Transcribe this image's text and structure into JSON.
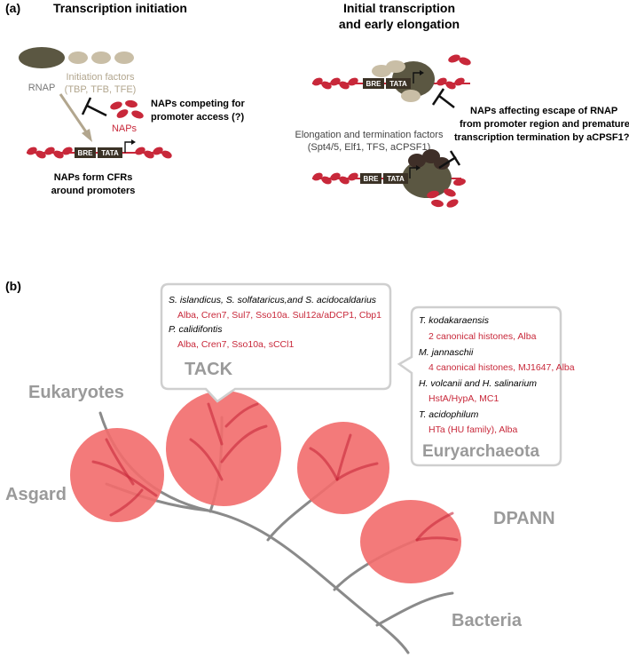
{
  "panel_a": {
    "label": "(a)",
    "title_left": "Transcription initiation",
    "title_right_1": "Initial transcription",
    "title_right_2": "and early elongation",
    "rnap": "RNAP",
    "init_factors_1": "Initiation factors",
    "init_factors_2": "(TBP, TFB, TFE)",
    "naps": "NAPs",
    "compete_1": "NAPs competing for",
    "compete_2": "promoter access (?)",
    "cfr_1": "NAPs form CFRs",
    "cfr_2": "around promoters",
    "elong_1": "Elongation and termination factors",
    "elong_2": "(Spt4/5, Elf1, TFS, aCPSF1)",
    "escape_1": "NAPs affecting escape of RNAP",
    "escape_2": "from promoter region and premature",
    "escape_3": "transcription termination by aCPSF1?",
    "bre": "BRE",
    "tata": "TATA"
  },
  "panel_b": {
    "label": "(b)",
    "clades": {
      "eukaryotes": "Eukaryotes",
      "asgard": "Asgard",
      "dpann": "DPANN",
      "bacteria": "Bacteria"
    },
    "tack": {
      "title": "TACK",
      "species_1": "S. islandicus, S. solfataricus,and S. acidocaldarius",
      "naps_1": "Alba, Cren7, Sul7, Sso10a. Sul12a/aDCP1, Cbp1",
      "species_2": "P. calidifontis",
      "naps_2": "Alba, Cren7, Sso10a, sCCl1"
    },
    "eury": {
      "title": "Euryarchaeota",
      "species_1": "T. kodakaraensis",
      "naps_1": "2 canonical histones, Alba",
      "species_2": "M. jannaschii",
      "naps_2": "4 canonical histones,  MJ1647, Alba",
      "species_3": "H. volcanii and H. salinarium",
      "naps_3": "HstA/HypA, MC1",
      "species_4": "T. acidophilum",
      "naps_4": "HTa (HU family), Alba"
    }
  },
  "colors": {
    "nap_red": "#c8283a",
    "rnap_olive": "#5b5742",
    "factor_beige": "#c9bea6",
    "tree_gray": "#8a8a8a",
    "circle_pink": "#f26b6b"
  }
}
